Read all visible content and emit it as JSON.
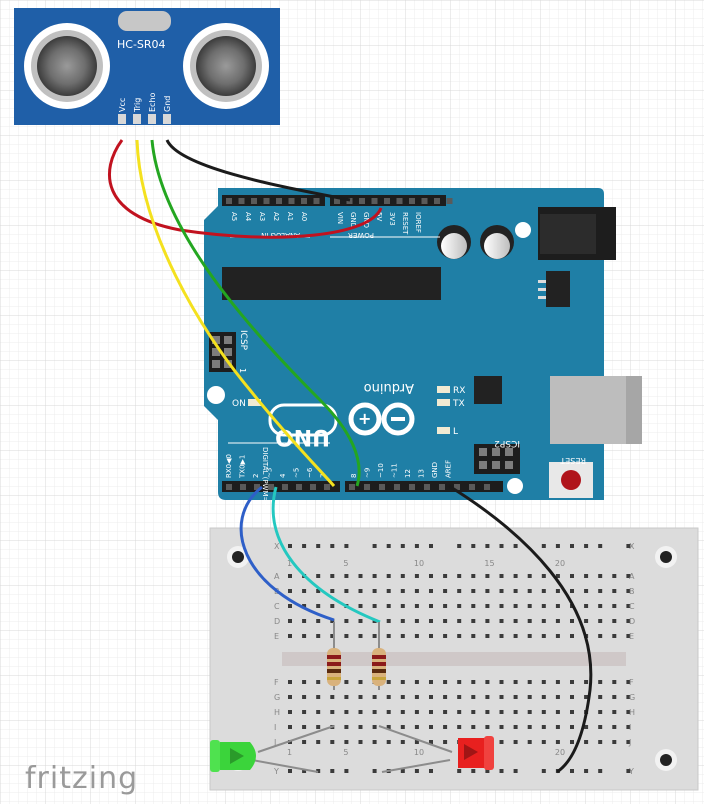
{
  "sensor": {
    "model": "HC-SR04",
    "pins": [
      "Vcc",
      "Trig",
      "Echo",
      "Gnd"
    ]
  },
  "arduino": {
    "brand": "Arduino",
    "model": "UNO",
    "power_pins": [
      "VIN",
      "GND",
      "GND",
      "5V",
      "3V3",
      "RESET",
      "IOREF"
    ],
    "analog_pins": [
      "A5",
      "A4",
      "A3",
      "A2",
      "A1",
      "A0"
    ],
    "analog_header_label": "ANALOG IN",
    "power_header_label": "POWER",
    "digital_pins": [
      "RX0◀0",
      "TX0▶1",
      "2",
      "~3",
      "4",
      "~5",
      "~6",
      "7",
      "8",
      "~9",
      "~10",
      "~11",
      "12",
      "13",
      "GND",
      "AREF"
    ],
    "digital_header_label": "DIGITAL (PWM=~)",
    "labels": {
      "icsp": "ICSP",
      "icsp2": "ICSP2",
      "on": "ON",
      "rx": "RX",
      "tx": "TX",
      "l": "L",
      "reset": "RESET",
      "one": "1"
    }
  },
  "breadboard": {
    "row_labels_left": [
      "X",
      "A",
      "B",
      "C",
      "D",
      "E",
      "F",
      "G",
      "H",
      "I",
      "J",
      "Y"
    ],
    "column_numbers": [
      "1",
      "5",
      "10",
      "15",
      "20"
    ]
  },
  "watermark": "fritzing",
  "colors": {
    "board": "#1f7fa6",
    "sensor_board": "#1f5fa8",
    "wire_red": "#c1121f",
    "wire_yellow": "#f4e11f",
    "wire_green": "#24a621",
    "wire_black": "#1b1b1b",
    "wire_blue": "#2e5fc8",
    "wire_cyan": "#24c8c0",
    "led_green": "#3bd43b",
    "led_red": "#e8201f",
    "breadboard": "#dcdcdc",
    "grid": "#e8e8e8"
  }
}
